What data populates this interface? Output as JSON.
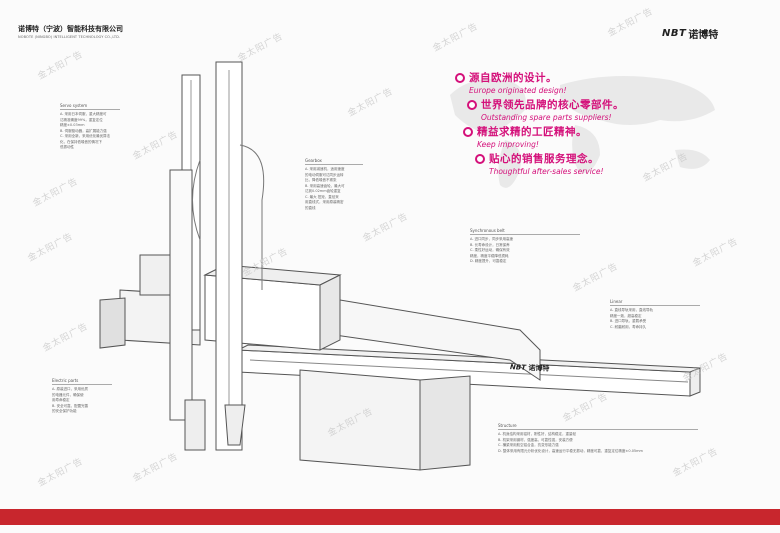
{
  "header": {
    "company_cn": "诺博特（宁波）智能科技有限公司",
    "company_en": "NOBOTE (NINGBO) INTELLIGENT TECHNOLOGY CO.,LTD.",
    "logo_mark": "NBT",
    "logo_cn": "诺博特"
  },
  "slogans": [
    {
      "zh": "源自欧洲的设计。",
      "en": "Europe originated design!"
    },
    {
      "zh": "世界领先品牌的核心零部件。",
      "en": "Outstanding spare parts suppliers!"
    },
    {
      "zh": "精益求精的工匠精神。",
      "en": "Keep improving!"
    },
    {
      "zh": "贴心的销售服务理念。",
      "en": "Thoughtful after-sales service!"
    }
  ],
  "machine_label": {
    "mark": "NBT",
    "cn": "诺博特"
  },
  "notes": [
    {
      "title": "Servo system",
      "lines": [
        "A. 采用日本伺服，重大精度可",
        "达精准确度99%，重复定位",
        "精度±0.03mm",
        "B. 伺服驱动器，高扩展能力强",
        "C. 采用全新，采用优化最优算法",
        "化，在保持低噪音的情况下",
        "低振动性"
      ]
    },
    {
      "title": "Gearbox",
      "lines": [
        "A. 采用减速机，适用速度",
        "的电动伺服可达同步运转",
        "比，降低噪音不紧张",
        "B. 采用高速齿轮，最大可",
        "达到0.02mm齿轮重复",
        "C. 最大 扭矩，直径采",
        "用直线式，采用原装精密",
        "的直线"
      ]
    },
    {
      "title": "Synchronous belt",
      "lines": [
        "A. 进口同步，同步采用高速",
        "B. 长寿命设计，日常保养",
        "C. 柔性好运动，确保有效",
        "精度，精度平稳降低损耗",
        "D. 精度提升，可靠稳定"
      ]
    },
    {
      "title": "Linear",
      "lines": [
        "A. 直线导轨采用，直线导轨",
        "精度一致，超高稳定",
        "B. 进口导轨，重载承受",
        "C. 耐磨耐用，寿命持久"
      ]
    },
    {
      "title": "Electric parts",
      "lines": [
        "A. 原装进口，采用优质",
        "的电器元件，确保使",
        "用寿命稳定",
        "B. 安全可靠，配置完善",
        "的安全保护功能"
      ]
    },
    {
      "title": "Structure",
      "lines": [
        "A. 机身结构采用铝材，刚性好，结构稳定，重量轻",
        "B. 机架采用钢材，强度高，可靠性强，安装方便",
        "C. 横梁采用航空铝合金，抗变形能力强",
        "D. 整体采用有限元分析优化设计，高速运行平稳无振动，精度可靠，重复定位精度±0.05mm"
      ]
    }
  ],
  "watermark": "金太阳广告",
  "colors": {
    "accent": "#d4107a",
    "footer": "#c8262d",
    "logo_accent": "#c8102e"
  }
}
